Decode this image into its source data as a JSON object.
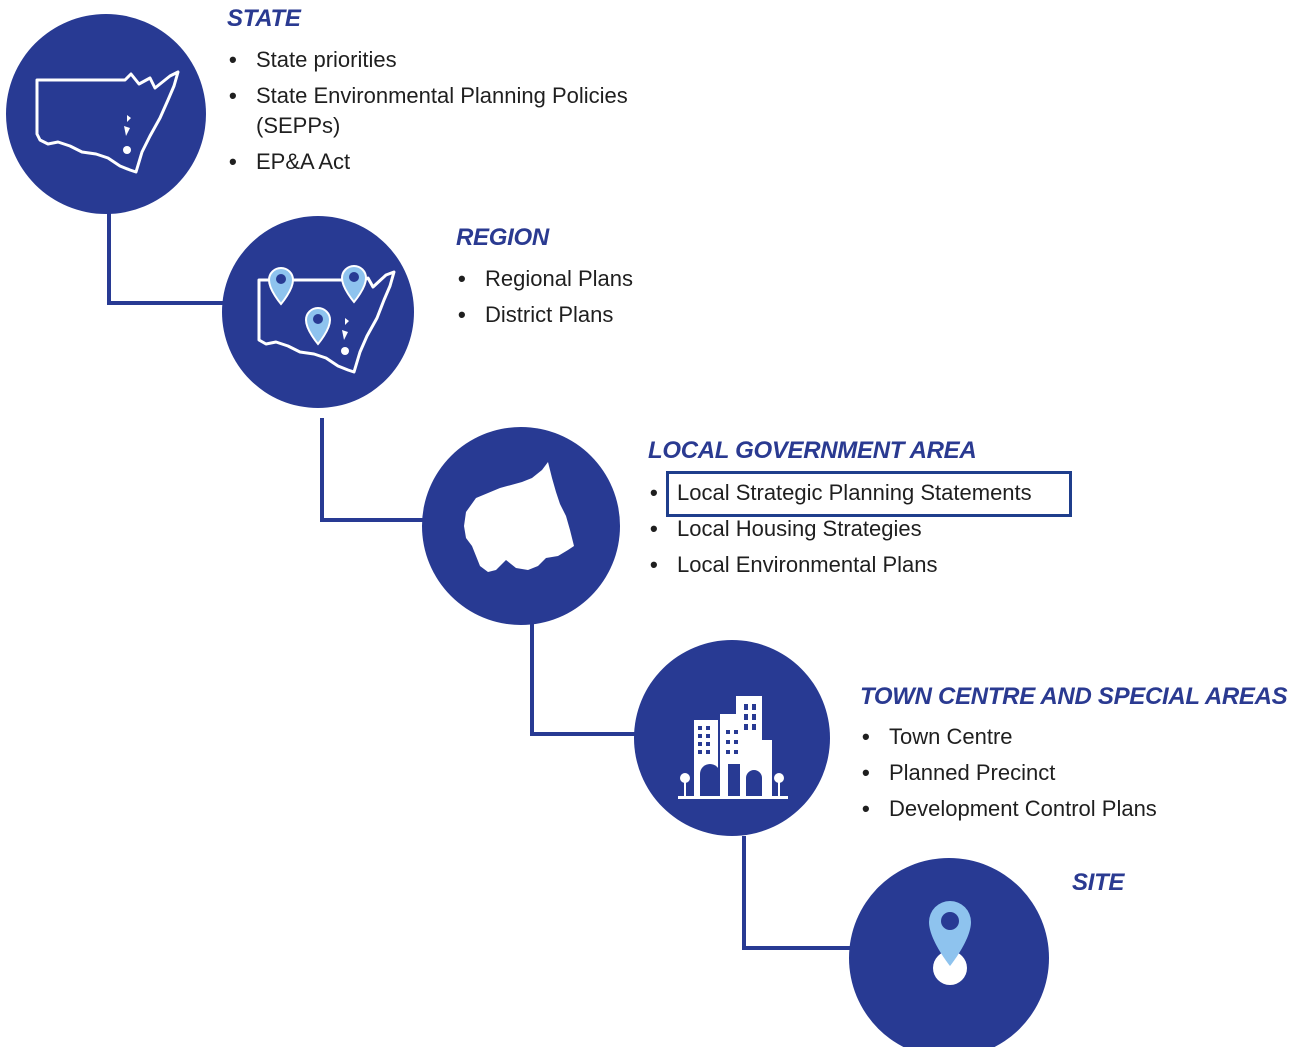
{
  "levels": [
    {
      "title": "STATE",
      "icon": "state-map-icon",
      "items": [
        "State priorities",
        "State Environmental Planning Policies",
        "(SEPPs)",
        "EP&A Act"
      ]
    },
    {
      "title": "REGION",
      "icon": "region-map-pins-icon",
      "items": [
        "Regional Plans",
        "District Plans"
      ]
    },
    {
      "title": "LOCAL GOVERNMENT AREA",
      "icon": "lga-shape-icon",
      "items": [
        "Local Strategic Planning Statements",
        "Local Housing Strategies",
        "Local Environmental Plans"
      ],
      "highlighted_item": "Local Strategic Planning Statements"
    },
    {
      "title": "TOWN CENTRE AND SPECIAL AREAS",
      "icon": "buildings-icon",
      "items": [
        "Town Centre",
        "Planned Precinct",
        "Development Control Plans"
      ]
    },
    {
      "title": "SITE",
      "icon": "location-pin-icon",
      "items": []
    }
  ],
  "bullet_char": "•",
  "colors": {
    "circle_fill": "#283a93",
    "connector": "#283a93",
    "title_text": "#2a3a91",
    "pin_accent": "#8ec3ee",
    "highlight_border": "#1f3e8c"
  }
}
